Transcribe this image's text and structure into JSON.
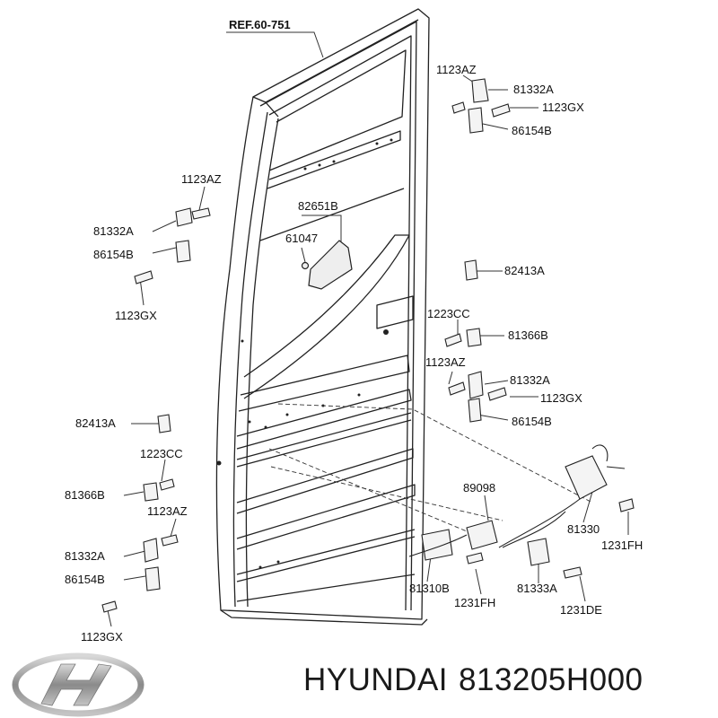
{
  "diagram": {
    "ref_label": "REF.60-751",
    "callouts": {
      "tr_1123az": "1123AZ",
      "tr_81332a": "81332A",
      "tr_1123gx": "1123GX",
      "tr_86154b": "86154B",
      "tl_1123az": "1123AZ",
      "tl_81332a": "81332A",
      "tl_86154b": "86154B",
      "tl_1123gx": "1123GX",
      "mid_82651b": "82651B",
      "mid_61047": "61047",
      "r_82413a": "82413A",
      "r_1223cc": "1223CC",
      "r_81366b": "81366B",
      "r_1123az": "1123AZ",
      "r_81332a": "81332A",
      "r_1123gx": "1123GX",
      "r_86154b": "86154B",
      "l_82413a": "82413A",
      "l_1223cc": "1223CC",
      "l_81366b": "81366B",
      "l_1123az": "1123AZ",
      "l_81332a": "81332A",
      "l_86154b": "86154B",
      "l_1123gx": "1123GX",
      "b_89098": "89098",
      "b_81330": "81330",
      "b_1231fh_r": "1231FH",
      "b_81310b": "81310B",
      "b_1231fh": "1231FH",
      "b_81333a": "81333A",
      "b_1231de": "1231DE"
    }
  },
  "footer": {
    "brand": "HYUNDAI",
    "part_number": "813205H000"
  }
}
